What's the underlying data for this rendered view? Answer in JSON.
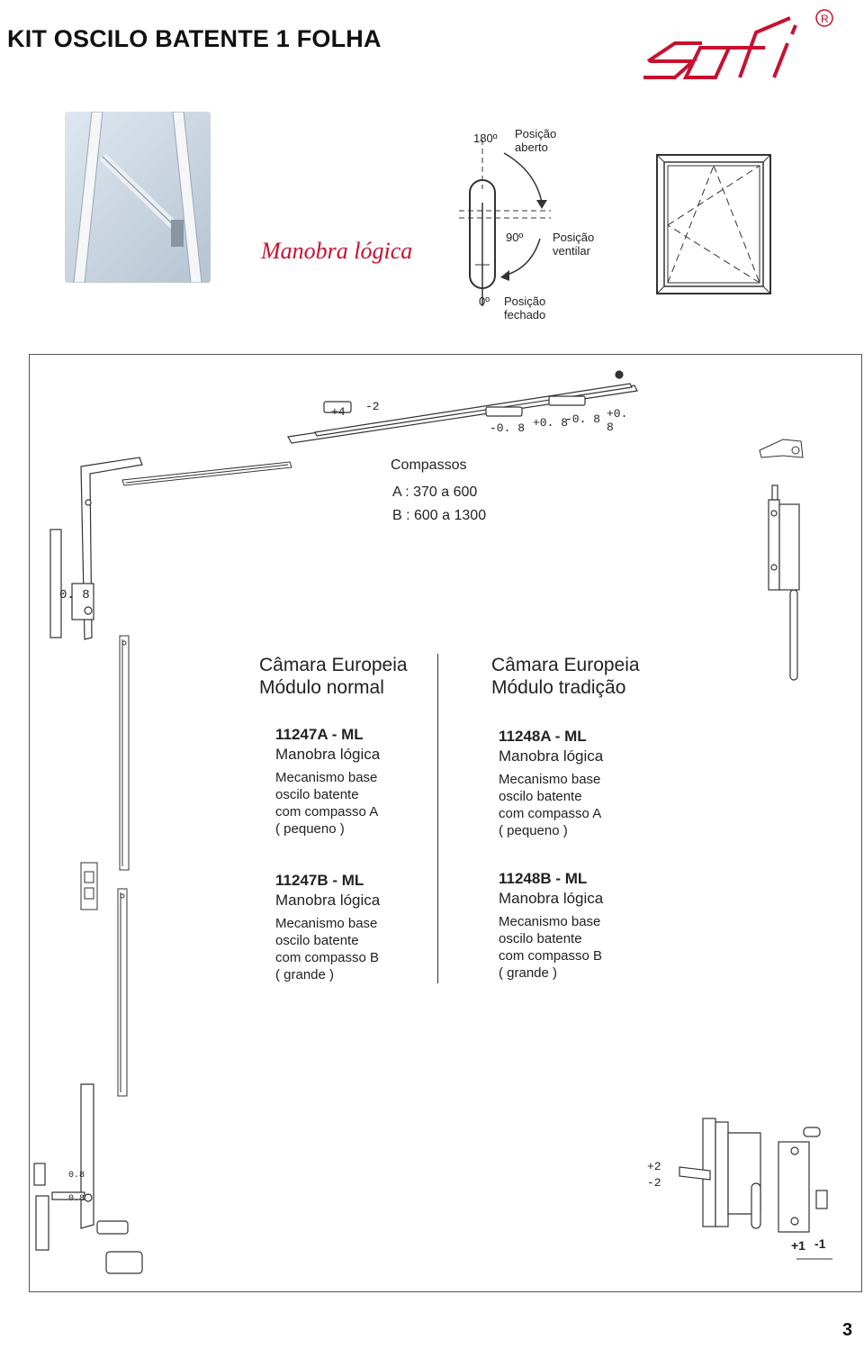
{
  "page": {
    "title": "KIT  OSCILO BATENTE  1 FOLHA",
    "page_number": "3"
  },
  "brand": {
    "logo_text": "sofi",
    "registered_mark": "R",
    "color": "#c8102e"
  },
  "top_section": {
    "script_label": "Manobra lógica",
    "handle": {
      "angle_180": "180º",
      "pos_aberto": [
        "Posição",
        "aberto"
      ],
      "angle_90": "90º",
      "pos_ventilar": [
        "Posição",
        "ventilar"
      ],
      "angle_0": "0º",
      "pos_fechado": [
        "Posição",
        "fechado"
      ]
    }
  },
  "compassos": {
    "title": "Compassos",
    "a": "A : 370 a 600",
    "b": "B : 600 a 1300"
  },
  "adjust_labels": {
    "top_plus4": "+4",
    "top_minus2": "-2",
    "m08a": "-0. 8",
    "p08a": "+0. 8",
    "m08b": "-0. 8",
    "p08b": "+0. 8",
    "left_08": "0. 8",
    "bottom_08a": "0.8",
    "bottom_08b": "0.8",
    "hinge_plus2": "+2",
    "hinge_minus2": "-2",
    "hinge_plus1": "+1",
    "hinge_minus1": "-1"
  },
  "columns": {
    "left": {
      "header": [
        "Câmara Europeia",
        "Módulo normal"
      ],
      "items": [
        {
          "code": "11247A - ML",
          "name": "Manobra lógica",
          "desc": [
            "Mecanismo base",
            "oscilo batente",
            "com compasso A",
            "( pequeno )"
          ]
        },
        {
          "code": "11247B - ML",
          "name": "Manobra lógica",
          "desc": [
            "Mecanismo base",
            "oscilo batente",
            "com compasso B",
            "( grande )"
          ]
        }
      ]
    },
    "right": {
      "header": [
        "Câmara Europeia",
        "Módulo tradição"
      ],
      "items": [
        {
          "code": "11248A - ML",
          "name": "Manobra lógica",
          "desc": [
            "Mecanismo base",
            "oscilo batente",
            "com compasso A",
            "( pequeno )"
          ]
        },
        {
          "code": "11248B - ML",
          "name": "Manobra lógica",
          "desc": [
            "Mecanismo base",
            "oscilo batente",
            "com compasso B",
            "( grande )"
          ]
        }
      ]
    }
  }
}
